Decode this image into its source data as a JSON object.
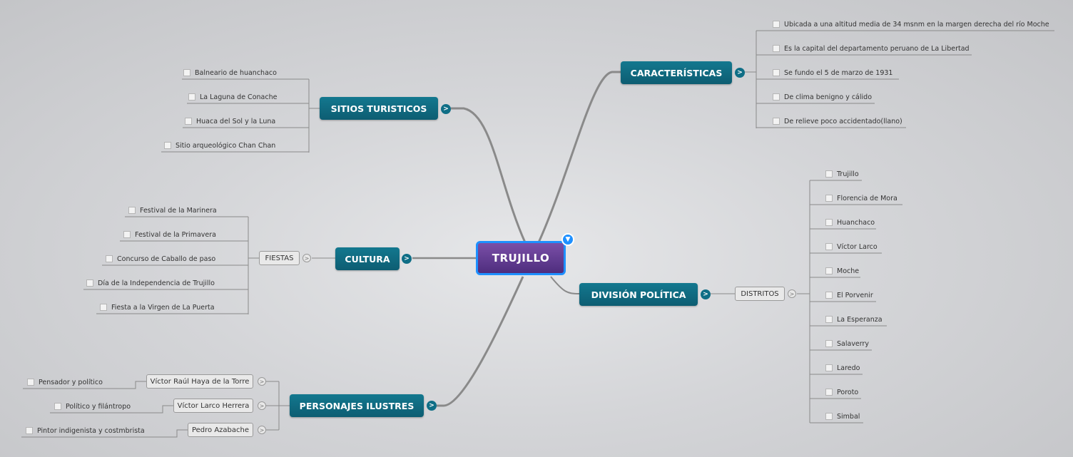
{
  "center": {
    "title": "TRUJILLO"
  },
  "branches": {
    "sitios": {
      "title": "SITIOS TURISTICOS",
      "items": [
        "Balneario de huanchaco",
        "La Laguna de Conache",
        "Huaca del Sol y la Luna",
        "Sitio arqueológico Chan Chan"
      ]
    },
    "cultura": {
      "title": "CULTURA",
      "sub": "FIESTAS",
      "items": [
        "Festival de la Marinera",
        "Festival de la Primavera",
        "Concurso de Caballo de paso",
        "Día de la Independencia de Trujillo",
        "Fiesta a la Virgen de La Puerta"
      ]
    },
    "personajes": {
      "title": "PERSONAJES ILUSTRES",
      "people": [
        {
          "name": "Víctor Raúl Haya de la Torre",
          "desc": "Pensador y político"
        },
        {
          "name": "Víctor Larco Herrera",
          "desc": "Político y filántropo"
        },
        {
          "name": "Pedro Azabache",
          "desc": "Pintor indigenista y costmbrista"
        }
      ]
    },
    "caracteristicas": {
      "title": "CARACTERÍSTICAS",
      "items": [
        "Ubicada a una altitud media de 34 msnm en la margen derecha del río Moche",
        "Es la capital del departamento peruano de La Libertad",
        "Se fundo el 5 de marzo de 1931",
        "De clima benigno y cálido",
        "De relieve poco accidentado(llano)"
      ]
    },
    "division": {
      "title": "DIVISIÓN POLÍTICA",
      "sub": "DISTRITOS",
      "items": [
        "Trujillo",
        "Florencia de Mora",
        "Huanchaco",
        "Víctor Larco",
        "Moche",
        "El Porvenir",
        "La Esperanza",
        "Salaverry",
        "Laredo",
        "Poroto",
        "Simbal"
      ]
    }
  },
  "icons": {
    "expand": "chevron-right-icon",
    "collapse": "chevron-down-icon",
    "checkbox": "checkbox-icon"
  },
  "colors": {
    "topic": "#0f6e86",
    "center": "#5a3690",
    "center_border": "#1e90ff"
  }
}
